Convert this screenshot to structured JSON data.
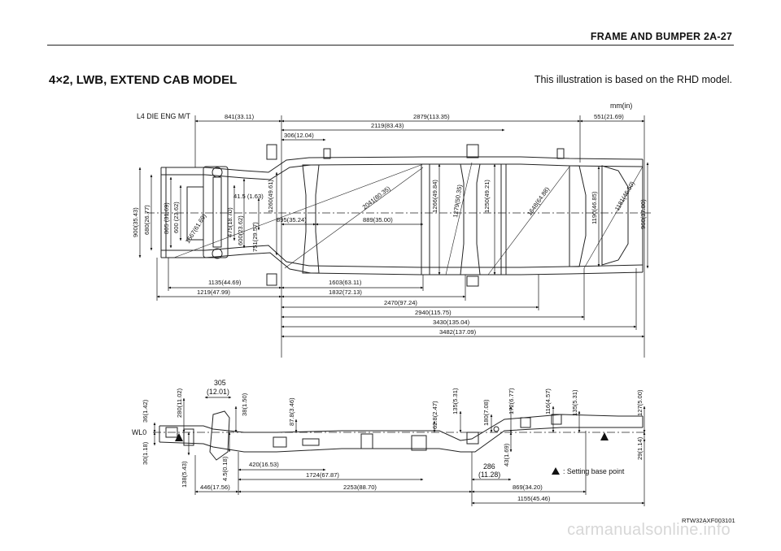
{
  "header": {
    "section": "FRAME AND BUMPER  2A-27"
  },
  "title": "4×2, LWB, EXTEND CAB MODEL",
  "note": "This illustration is based on the RHD model.",
  "unit_label": "mm(in)",
  "engine_label": "L4 DIE ENG M/T",
  "wl_label": "WL0",
  "legend": {
    "setting_base_point": ": Setting base point"
  },
  "figure_code": "RTW32AXF003101",
  "watermark": "carmanualsonline.info",
  "top_view": {
    "d841": "841(33.11)",
    "d2879": "2879(113.35)",
    "d551": "551(21.69)",
    "d2119": "2119(83.43)",
    "d306": "306(12.04)",
    "d900": "900(35.43)",
    "d680": "680(26.77)",
    "d805": "805 (31.69)",
    "d600": "600 (23.62)",
    "d1567": "1567(61.69)",
    "d475": "475(18.70)",
    "d600b": "600(23.62)",
    "d751": "751(29.57)",
    "d41": "41.5 (1.63)",
    "d1260": "1260(49.61)",
    "d895": "895(35.24)",
    "d889": "889(35.00)",
    "d2041": "2041(80.35)",
    "d1266": "1266(49.84)",
    "d1279": "1279(50.35)",
    "d1250": "1250(49.21)",
    "d1648": "1648(64.88)",
    "d1190": "1190(46.85)",
    "d1181": "1181(46.50)",
    "d960": "960(37.80)",
    "d1135": "1135(44.69)",
    "d1603": "1603(63.11)",
    "d1219": "1219(47.99)",
    "d1832": "1832(72.13)",
    "d2470": "2470(97.24)",
    "d2940": "2940(115.75)",
    "d3430": "3430(135.04)",
    "d3482": "3482(137.09)"
  },
  "side_view": {
    "d305a": "305",
    "d305b": "(12.01)",
    "d36": "36(1.42)",
    "d280": "280(11.02)",
    "d38": "38(1.50)",
    "d87": "87.8(3.46)",
    "d62": "62.8(2.47)",
    "d135a": "135(5.31)",
    "d180": "180(7.08)",
    "d172": "172(6.77)",
    "d116": "116(4.57)",
    "d135b": "135(5.31)",
    "d127": "127(5.00)",
    "d30": "30(1.18)",
    "d138": "138(5.43)",
    "d45": "4.5(0.18)",
    "d420": "420(16.53)",
    "d1724": "1724(67.87)",
    "d286a": "286",
    "d286b": "(11.28)",
    "d43": "43(1.69)",
    "d29": "29(1.14)",
    "d446": "446(17.56)",
    "d2253": "2253(88.70)",
    "d869": "869(34.20)",
    "d1155": "1155(45.46)"
  }
}
